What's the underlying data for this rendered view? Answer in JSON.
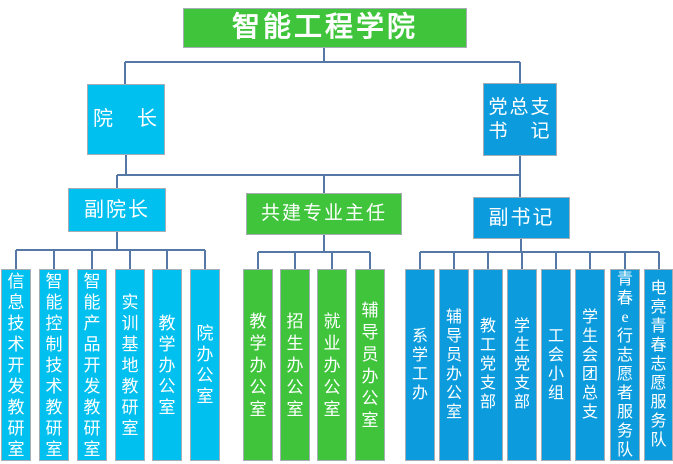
{
  "title": "智能工程学院",
  "nodes": {
    "dean": "院　长",
    "secretary": {
      "line1": "党总支",
      "line2": "书　记"
    },
    "vice_dean": "副院长",
    "joint_program_director": "共建专业主任",
    "vice_secretary": "副书记"
  },
  "groups": {
    "dean_offices": [
      "信息技术开发教研室",
      "智能控制技术教研室",
      "智能产品开发教研室",
      "实训基地教研室",
      "教学办公室",
      "院办公室"
    ],
    "joint_offices": [
      "教学办公室",
      "招生办公室",
      "就业办公室",
      "辅导员办公室"
    ],
    "secretary_offices": [
      "系学工办",
      "辅导员办公室",
      "教工党支部",
      "学生党支部",
      "工会小组",
      "学生会团总支",
      "青春e行志愿者服务队",
      "电亮青春志愿服务队"
    ]
  },
  "colors": {
    "green": "#3fc43c",
    "cyan": "#00c0f0",
    "blue": "#0c9cde",
    "line": "#5578a6",
    "text": "#ffffff"
  }
}
